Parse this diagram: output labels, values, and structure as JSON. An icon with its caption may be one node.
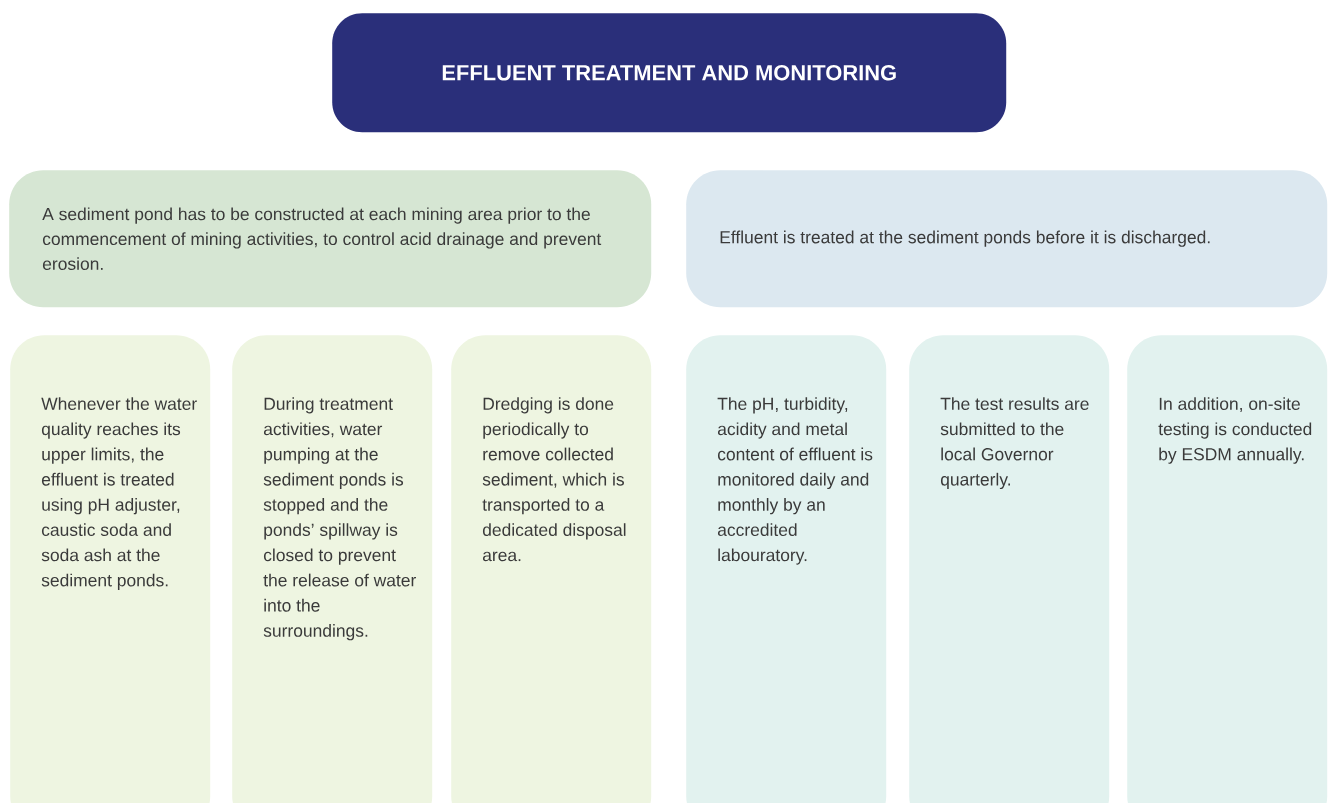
{
  "diagram": {
    "nodes": [
      {
        "text": [
          "EFFLUENT TREATMENT AND MONITORING"
        ]
      },
      {
        "text": [
          "A sediment pond has to be constructed at each mining area prior to the commencement of mining activities, to control acid drainage and prevent erosion."
        ]
      },
      {
        "text": [
          "Effluent is treated at the sediment ponds before it is discharged."
        ]
      },
      {
        "text": [
          "Whenever the water quality reaches its upper limits, the effluent is treated using pH adjuster, caustic soda and soda ash at the sediment ponds."
        ]
      },
      {
        "text": [
          "During treatment activities, water pumping at the sediment ponds is stopped and the ponds’ spillway is closed to prevent the release of water into the surroundings."
        ]
      },
      {
        "text": [
          "Dredging is done periodically to remove collected sediment, which is transported to a dedicated disposal area."
        ]
      },
      {
        "text": [
          "The pH, turbidity, acidity and metal content of effluent is monitored daily and monthly by an accredited labouratory."
        ]
      },
      {
        "text": [
          "The test results are submitted to the local Governor quarterly."
        ]
      },
      {
        "text": [
          "In addition, on-site testing is conducted by ESDM annually."
        ]
      }
    ]
  }
}
